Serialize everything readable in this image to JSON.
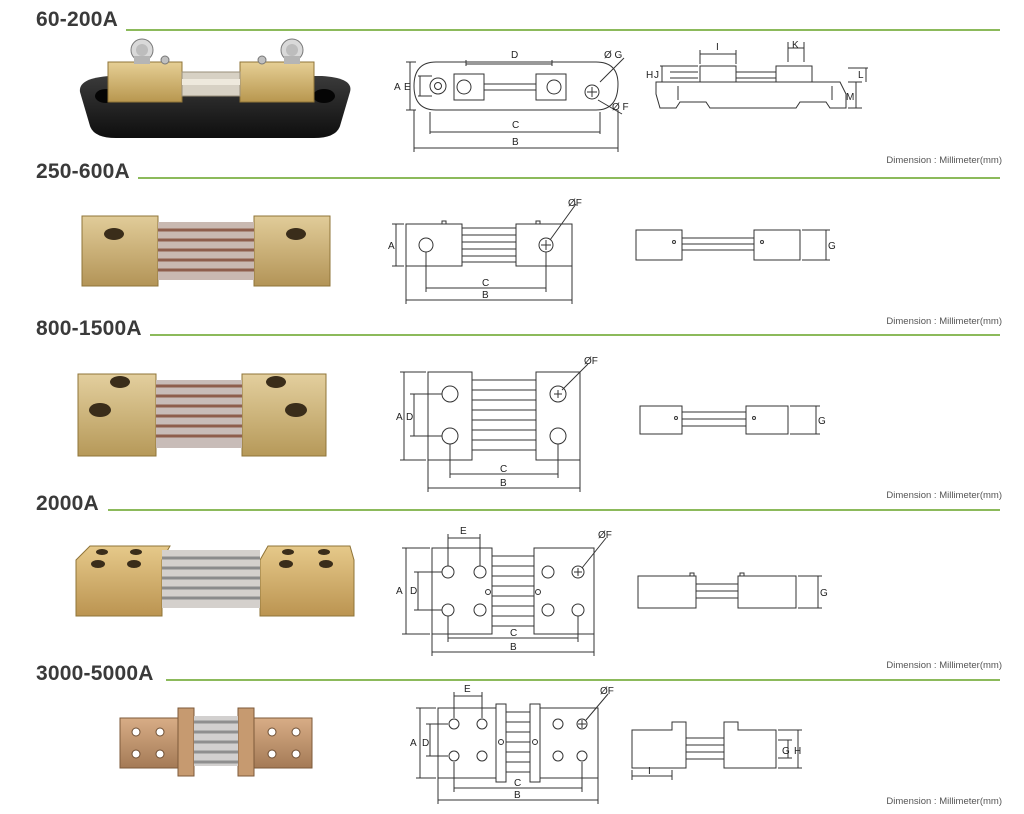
{
  "sections": [
    {
      "title": "60-200A",
      "dimension_note": "Dimension : Millimeter(mm)"
    },
    {
      "title": "250-600A",
      "dimension_note": "Dimension : Millimeter(mm)"
    },
    {
      "title": "800-1500A",
      "dimension_note": "Dimension : Millimeter(mm)"
    },
    {
      "title": "2000A",
      "dimension_note": "Dimension : Millimeter(mm)"
    },
    {
      "title": "3000-5000A",
      "dimension_note": "Dimension : Millimeter(mm)"
    }
  ],
  "labels": {
    "A": "A",
    "B": "B",
    "C": "C",
    "D": "D",
    "E": "E",
    "F": "ØF",
    "G": "G",
    "H": "H",
    "I": "I",
    "J": "J",
    "K": "K",
    "L": "L",
    "M": "M",
    "phiG": "Ø G",
    "phiF": "Ø F"
  },
  "colors": {
    "accent_line": "#8cba5b",
    "brass": "#c9ad74",
    "base": "#1c1c1c"
  }
}
